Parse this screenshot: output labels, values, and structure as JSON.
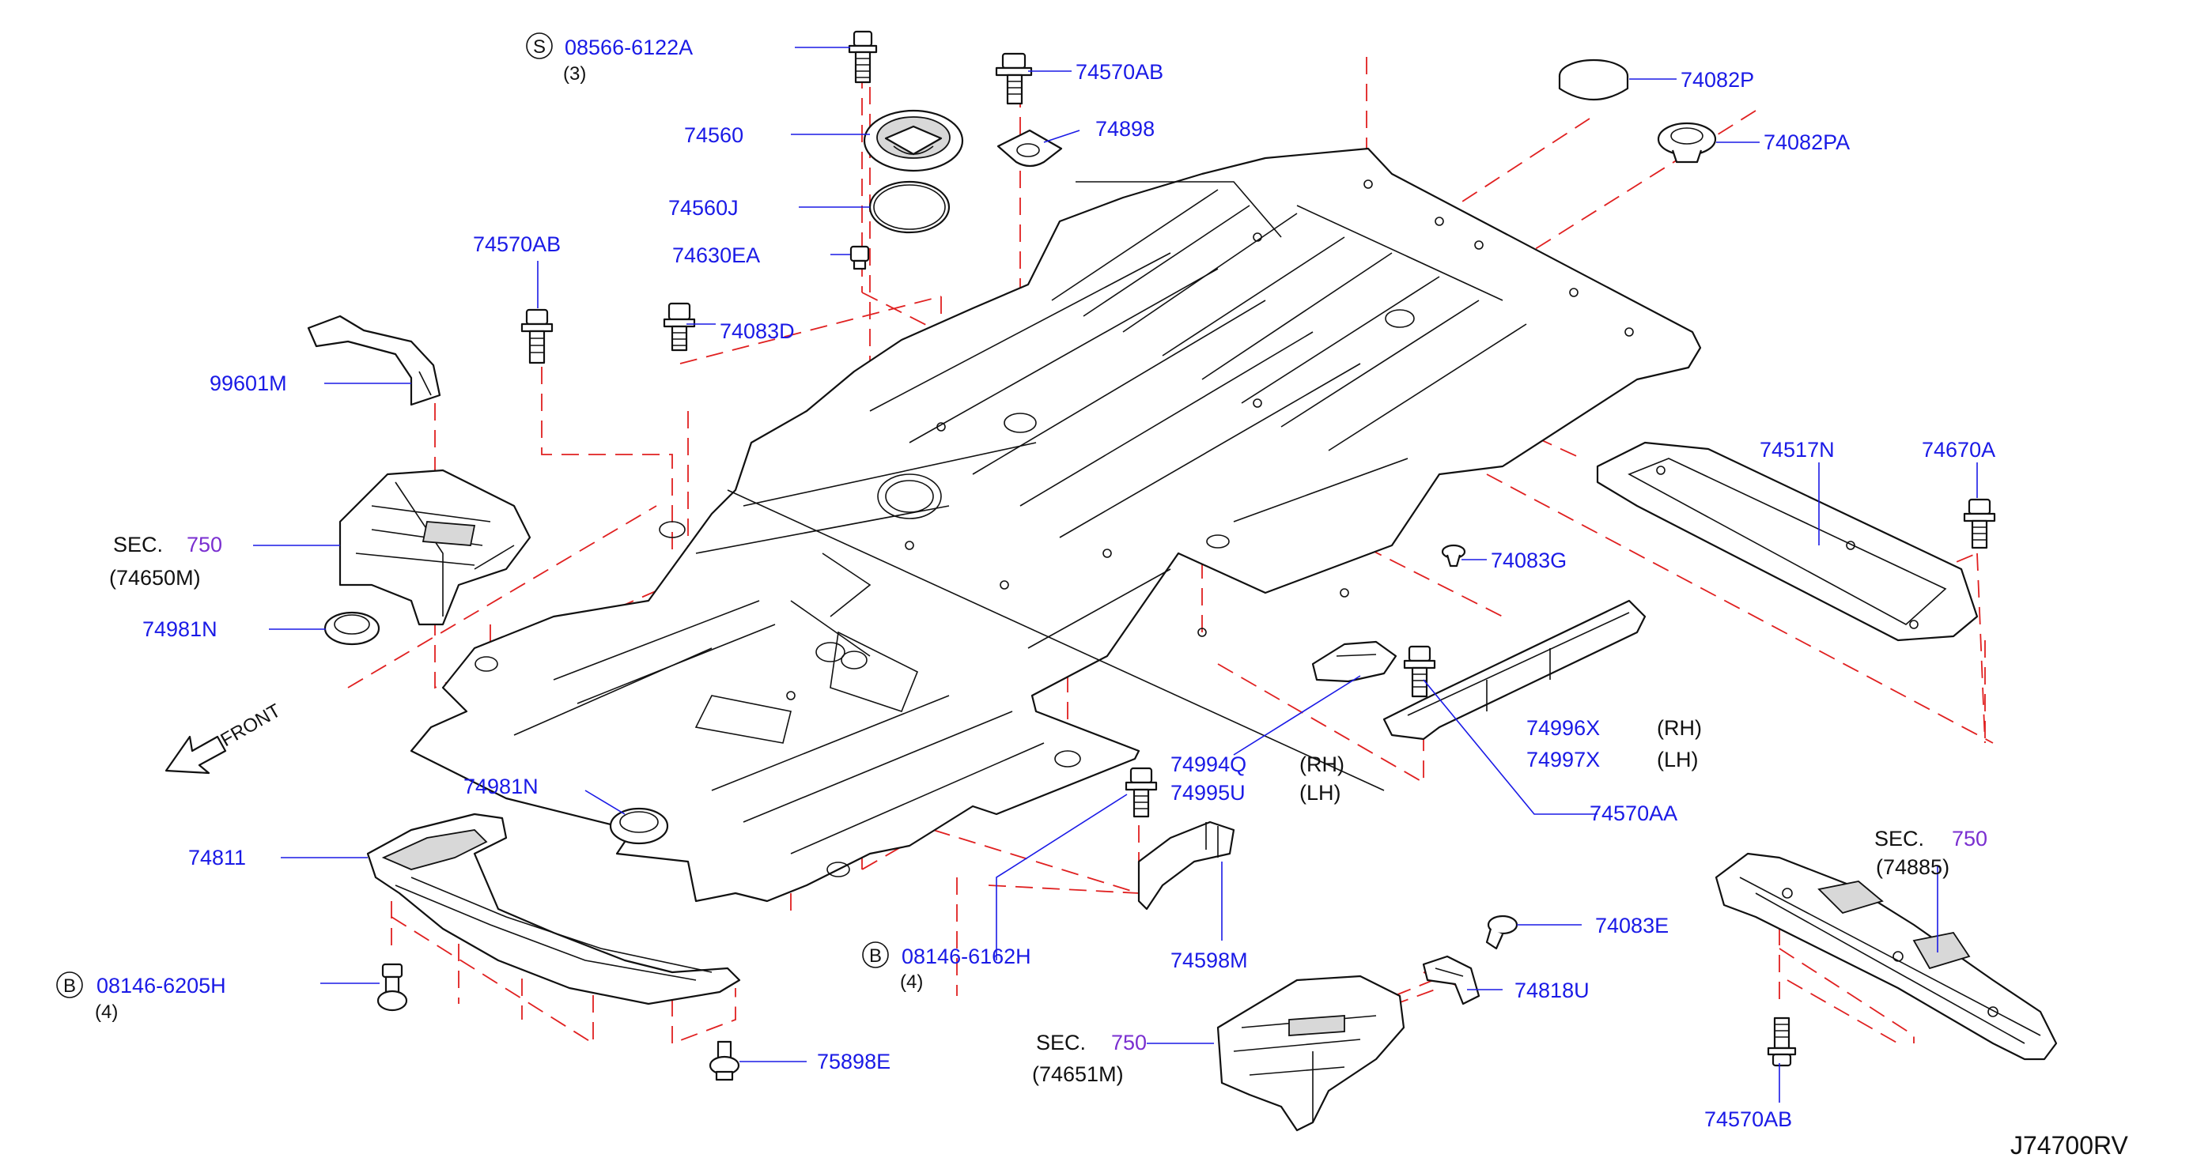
{
  "diagram_code": "J74700RV",
  "front_label": "FRONT",
  "callouts": {
    "c1": {
      "prefix": "S",
      "num": "08566-6122A",
      "qty": "(3)"
    },
    "c2": {
      "num": "74570AB"
    },
    "c3": {
      "num": "74082P"
    },
    "c4": {
      "num": "74082PA"
    },
    "c5": {
      "num": "74560"
    },
    "c6": {
      "num": "74898"
    },
    "c7": {
      "num": "74560J"
    },
    "c8": {
      "num": "74630EA"
    },
    "c9": {
      "num": "74570AB"
    },
    "c10": {
      "num": "74083D"
    },
    "c11": {
      "num": "99601M"
    },
    "c12": {
      "sec": "SEC.",
      "sec_num": "750",
      "sub": "(74650M)"
    },
    "c13": {
      "num": "74981N"
    },
    "c14": {
      "num": "74517N"
    },
    "c15": {
      "num": "74670A"
    },
    "c16": {
      "num": "74083G"
    },
    "c17": {
      "num": "74996X",
      "side": "(RH)"
    },
    "c18": {
      "num": "74997X",
      "side": "(LH)"
    },
    "c19": {
      "num": "74994Q",
      "side": "(RH)"
    },
    "c20": {
      "num": "74995U",
      "side": "(LH)"
    },
    "c21": {
      "num": "74570AA"
    },
    "c22": {
      "num": "74981N"
    },
    "c23": {
      "num": "74811"
    },
    "c24": {
      "prefix": "B",
      "num": "08146-6162H",
      "qty": "(4)"
    },
    "c25": {
      "num": "74598M"
    },
    "c26": {
      "prefix": "B",
      "num": "08146-6205H",
      "qty": "(4)"
    },
    "c27": {
      "num": "75898E"
    },
    "c28": {
      "num": "74083E"
    },
    "c29": {
      "num": "74818U"
    },
    "c30": {
      "sec": "SEC.",
      "sec_num": "750",
      "sub": "(74651M)"
    },
    "c31": {
      "sec": "SEC.",
      "sec_num": "750",
      "sub": "(74885)"
    },
    "c32": {
      "num": "74570AB"
    }
  }
}
